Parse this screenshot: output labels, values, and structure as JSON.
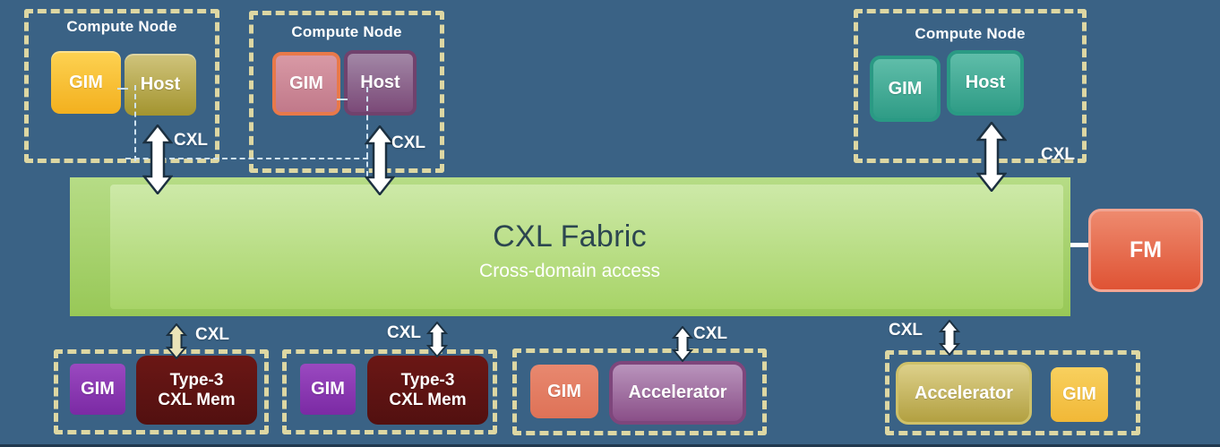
{
  "compute_nodes": [
    {
      "title": "Compute Node",
      "gim": "GIM",
      "host": "Host",
      "cxl": "CXL"
    },
    {
      "title": "Compute Node",
      "gim": "GIM",
      "host": "Host",
      "cxl": "CXL"
    },
    {
      "title": "Compute Node",
      "gim": "GIM",
      "host": "Host",
      "cxl": "CXL"
    }
  ],
  "fabric": {
    "title": "CXL Fabric",
    "subtitle": "Cross-domain access"
  },
  "fabric_manager": {
    "label": "FM"
  },
  "device_nodes": [
    {
      "gim": "GIM",
      "device_line1": "Type-3",
      "device_line2": "CXL Mem",
      "cxl": "CXL"
    },
    {
      "gim": "GIM",
      "device_line1": "Type-3",
      "device_line2": "CXL Mem",
      "cxl": "CXL"
    },
    {
      "gim": "GIM",
      "device_line1": "Accelerator",
      "cxl": "CXL"
    },
    {
      "gim": "GIM",
      "device_line1": "Accelerator",
      "cxl": "CXL"
    }
  ],
  "colors": {
    "background": "#3a6285",
    "node_dash_border": "#ddd7a3",
    "host_link_dash": "#cfe2f2",
    "arrow_fill": "#ffffff",
    "arrow_fill_cream": "#eae3b8",
    "arrow_outline": "#1c3040",
    "fabric_green_top": "#c8e6a2",
    "fabric_green_bottom": "#9aca59",
    "fabric_title_text": "#2c4650",
    "gim1_gold": "#f7c435",
    "host1_olive": "#b9a94e",
    "gim2_rose": "#cf8b97",
    "gim2_border_orange": "#e8794a",
    "host2_purple": "#8a5c88",
    "node3_teal": "#45b09a",
    "fm_coral": "#e87557",
    "gim_purple": "#8a3ab4",
    "mem_maroon": "#5d1413",
    "gim_salmon": "#e37d63",
    "accelerator_purple": "#a276a5",
    "accelerator_olive": "#ccbd66",
    "gim_gold_bottom": "#f5c242"
  }
}
